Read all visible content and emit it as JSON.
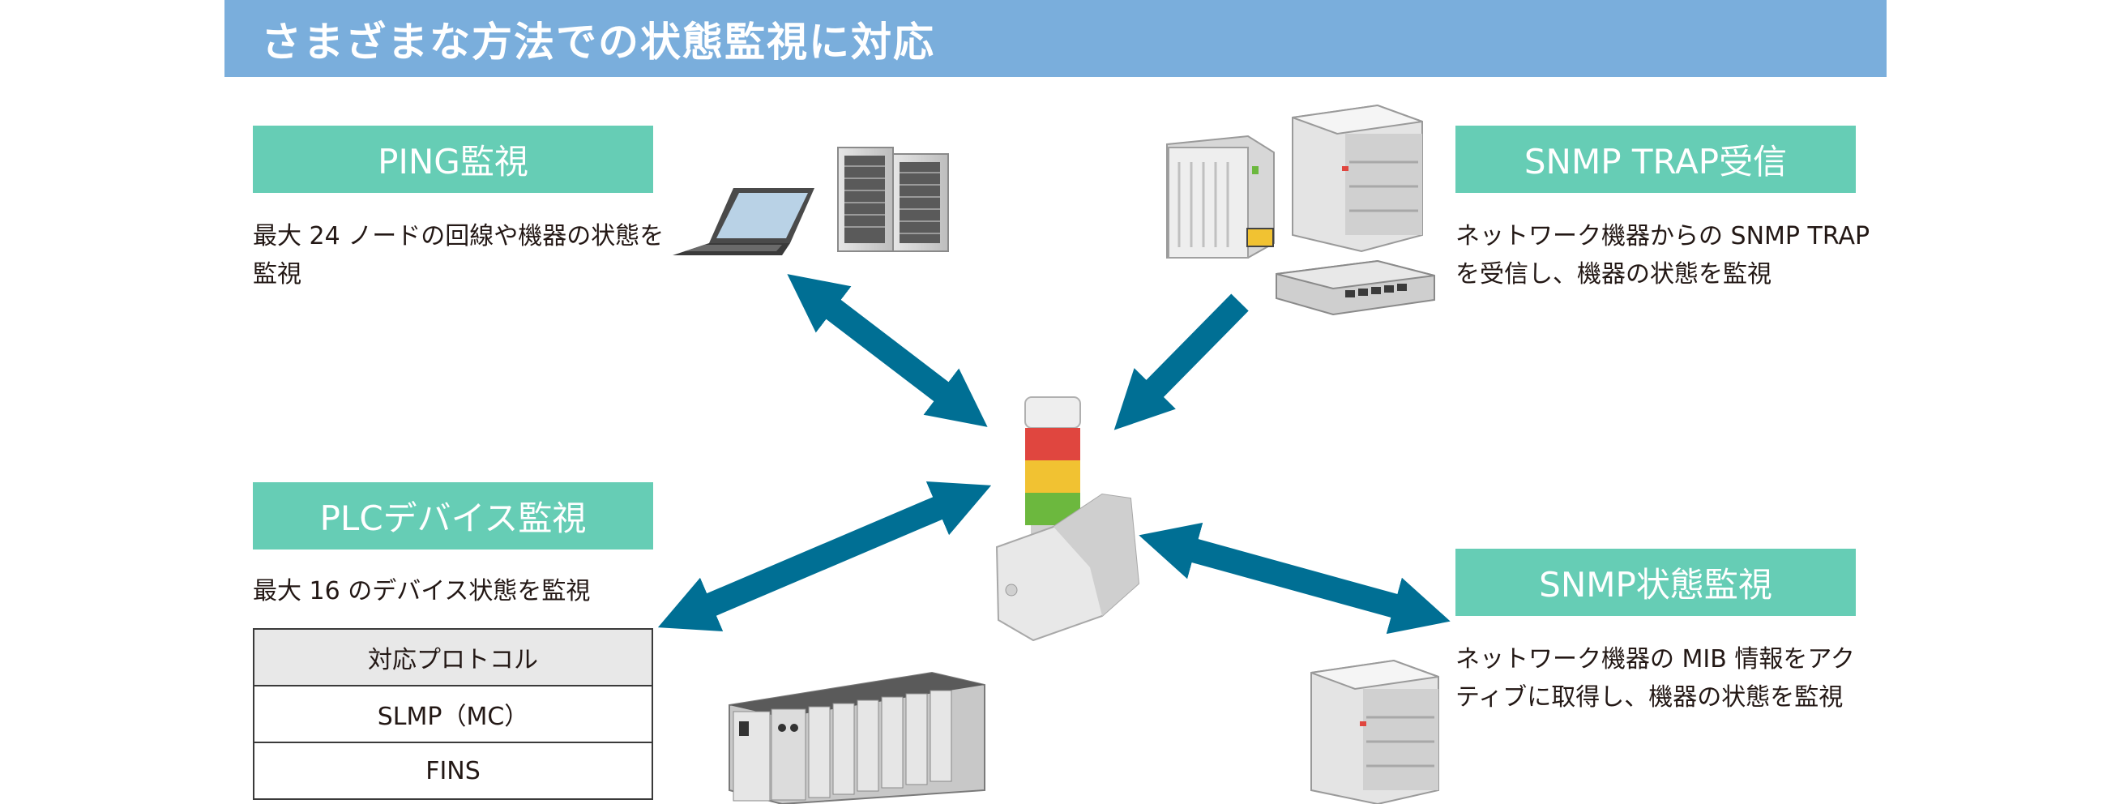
{
  "header": {
    "title": "さまざまな方法での状態監視に対応"
  },
  "ping": {
    "label": "PING監視",
    "desc_line1": "最大 24 ノードの回線や機器の状態を",
    "desc_line2": "監視"
  },
  "snmp_trap": {
    "label": "SNMP TRAP受信",
    "desc_line1": "ネットワーク機器からの SNMP TRAP",
    "desc_line2": "を受信し、機器の状態を監視"
  },
  "plc": {
    "label": "PLCデバイス監視",
    "desc_line1": "最大 16 のデバイス状態を監視",
    "table": {
      "header": "対応プロトコル",
      "rows": [
        "SLMP（MC）",
        "FINS"
      ]
    }
  },
  "snmp_status": {
    "label": "SNMP状態監視",
    "desc_line1": "ネットワーク機器の MIB 情報をアク",
    "desc_line2": "ティブに取得し、機器の状態を監視"
  },
  "colors": {
    "banner": "#7aaedc",
    "label_box": "#66cdb5",
    "arrow": "#006f94",
    "lamp_red": "#e0463f",
    "lamp_yellow": "#f1c232",
    "lamp_green": "#6cb83e"
  }
}
